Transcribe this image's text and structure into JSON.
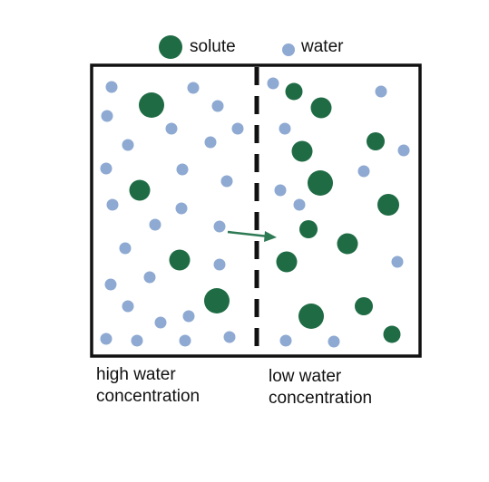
{
  "legend": {
    "solute_label": "solute",
    "water_label": "water"
  },
  "captions": {
    "left_line1": "high water",
    "left_line2": "concentration",
    "right_line1": "low water",
    "right_line2": "concentration"
  },
  "colors": {
    "solute": "#1e6b44",
    "water": "#8ea9d2",
    "border": "#111111",
    "arrow": "#2e7a55"
  }
}
